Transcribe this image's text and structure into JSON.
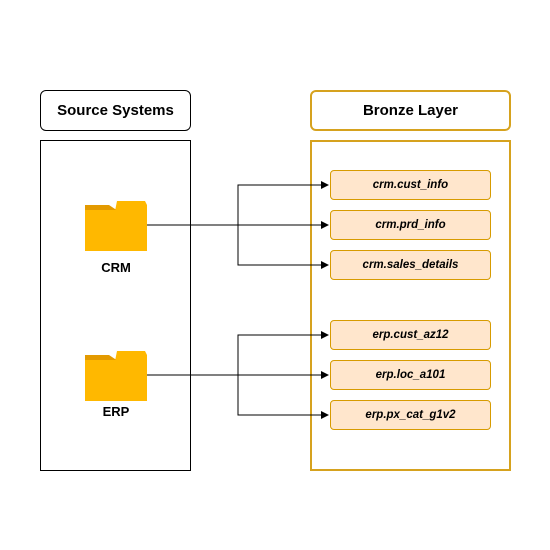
{
  "headers": {
    "source": "Source Systems",
    "bronze": "Bronze Layer"
  },
  "systems": {
    "crm": "CRM",
    "erp": "ERP"
  },
  "tables": [
    "crm.cust_info",
    "crm.prd_info",
    "crm.sales_details",
    "erp.cust_az12",
    "erp.loc_a101",
    "erp.px_cat_g1v2"
  ],
  "colors": {
    "bronze_border": "#d6a21e",
    "table_fill": "#ffe6cc",
    "table_border": "#d79b00",
    "folder": "#ffb800"
  }
}
